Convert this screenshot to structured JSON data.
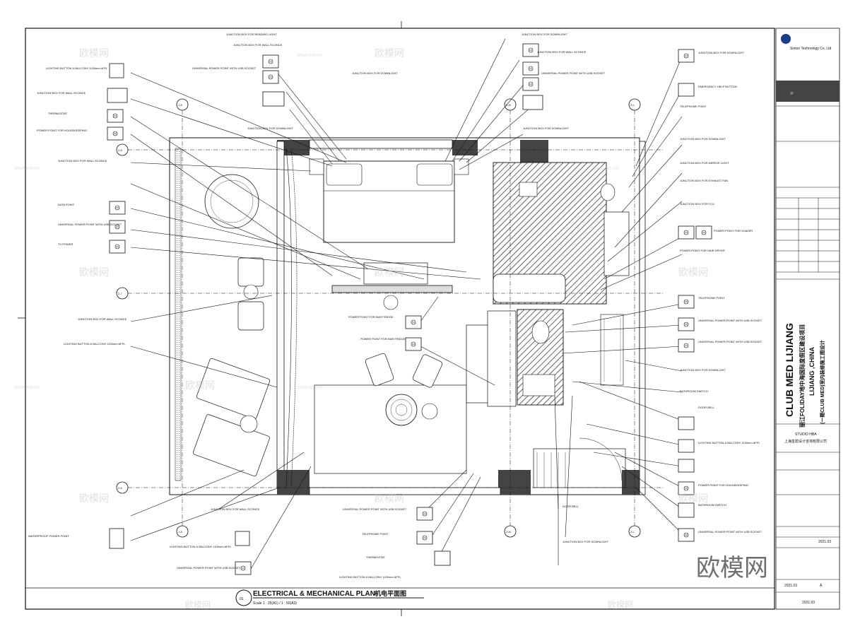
{
  "plan": {
    "title_en": "ELECTRICAL & MECHANICAL PLAN",
    "title_cn": "机电平面图",
    "scale": "Scale 1 : 25(A1) / 1 : 50(A3)",
    "number": "01"
  },
  "project": {
    "name_en": "CLUB MED LIJIANG",
    "name_cn": "丽江FOLIDAY地中海国际度假区建设项目",
    "location": "LIJIANG ,CHINA",
    "subtitle": "(一期CLUB MED)室内装修施工图设计",
    "studio": "STUDIO HBA",
    "studio_cn": "上海玺碧设计咨询有限公司",
    "company_en": "Sinton Technology Co. Ltd",
    "date": "2021.03",
    "revision": "A"
  },
  "watermark": {
    "brand_cn": "欧模网",
    "site": "www.om.cn"
  },
  "grid": {
    "axes": [
      "1-8",
      "2-8",
      "2-7",
      "2-6",
      "2-M",
      "2-L",
      "1-8",
      "2-M",
      "2-L"
    ]
  },
  "labels": {
    "junction_box_reading": "JUNCTION BOX FOR READING LIGHT",
    "junction_box_wall": "JUNCTION BOX FOR WALL SCONCE",
    "junction_box_downlight": "JUNCTION BOX FOR DOWNLIGHT",
    "universal_power": "UNIVERSAL POWER POINT WITH USB SOCKET",
    "telephone_point": "TELEPHONE POINT",
    "power_point_fridge": "POWER POINT FOR BAR FRIDGE",
    "lighting_button": "LIGHTING BUTTON & BALCONY 1100mm AFFL",
    "power_point_housekeeping": "POWER POINT FOR HOUSEKEEPING",
    "thermostat": "THERMOSTAT",
    "data_point": "DATA POINT",
    "tv_power": "TV POWER",
    "emergency_button": "EMERGENCY HELP BUTTON",
    "waterproof_power": "WATERPROOF POWER POINT",
    "door_bell": "DOOR BELL",
    "bathroom_switch": "BATHROOM SWITCH",
    "mirror_light": "JUNCTION BOX FOR MIRROR LIGHT",
    "exhaust_fan": "JUNCTION BOX FOR EXHAUST FAN",
    "shaver": "POWER POINT FOR SHAVER",
    "hair_dryer": "POWER POINT FOR HAIR DRYER",
    "fancoil": "JUNCTION BOX FOR FCU"
  }
}
